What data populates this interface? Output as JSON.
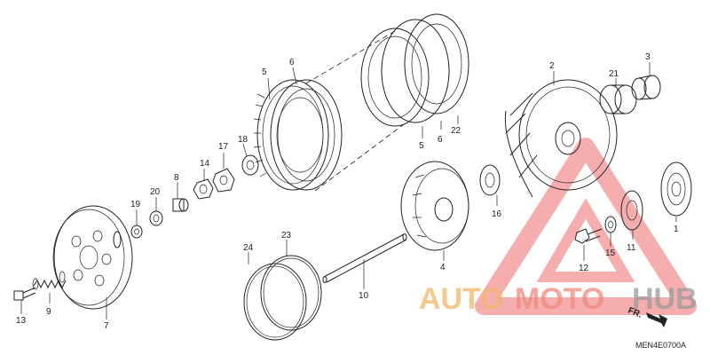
{
  "diagram": {
    "drawing_code": "MEN4E0700A",
    "direction_marker": "FR.",
    "watermark": {
      "text_a": "AUTO",
      "text_b": "MOTO",
      "text_c": "HUB",
      "color_a": "#f2b766",
      "color_b": "#f08a80",
      "color_c": "#9a9a9a"
    },
    "parts": {
      "p1": "1",
      "p2": "2",
      "p3": "3",
      "p4": "4",
      "p5a": "5",
      "p5b": "5",
      "p6a": "6",
      "p6b": "6",
      "p7": "7",
      "p8": "8",
      "p9": "9",
      "p10": "10",
      "p11": "11",
      "p12": "12",
      "p13": "13",
      "p14": "14",
      "p15": "15",
      "p16": "16",
      "p17": "17",
      "p18": "18",
      "p19": "19",
      "p20": "20",
      "p21": "21",
      "p22": "22",
      "p23": "23",
      "p24": "24"
    }
  }
}
